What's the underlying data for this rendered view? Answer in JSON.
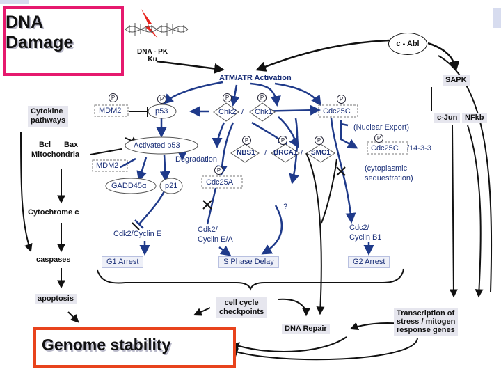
{
  "title": {
    "line1": "DNA",
    "line2": "Damage"
  },
  "dnapk": {
    "line1": "DNA - PK",
    "line2": "Ku"
  },
  "cabl": "c - Abl",
  "atm": "ATM/ATR Activation",
  "sapk": "SAPK",
  "cjun": "c-Jun",
  "nfkb": "NFkb",
  "cytokine": {
    "line1": "Cytokine",
    "line2": "pathways"
  },
  "bcl": "Bcl",
  "bax": "Bax",
  "mitochondria": "Mitochondria",
  "mdm2_top": "MDM2",
  "p53": "p53",
  "chk2": "Chk2",
  "chk1": "Chk1",
  "slash": "/",
  "cdc25c_top": "Cdc25C",
  "nuclear_export": "(Nuclear Export)",
  "activated_p53": "Activated p53",
  "degradation": "Degradation",
  "nbs1": "NBS1",
  "brca1": "BRCA1",
  "smc1": "SMC1",
  "cdc25c_1433": "Cdc25C",
  "dash_1433": "/14-3-3",
  "cyto_seq": {
    "line1": "(cytoplasmic",
    "line2": "sequestration)"
  },
  "mdm2_low": "MDM2",
  "gadd45a": "GADD45α",
  "p21": "p21",
  "cdc25a": "Cdc25A",
  "question": "?",
  "cytochrome": "Cytochrome c",
  "cdk2_cyce": "Cdk2/Cyclin E",
  "cdk2_cyce_a": {
    "line1": "Cdk2/",
    "line2": "Cyclin E/A"
  },
  "cdc2_cycb1": {
    "line1": "Cdc2/",
    "line2": "Cyclin B1"
  },
  "caspases": "caspases",
  "g1_arrest": "G1 Arrest",
  "s_delay": "S Phase Delay",
  "g2_arrest": "G2 Arrest",
  "apoptosis": "apoptosis",
  "cell_cycle": {
    "line1": "cell cycle",
    "line2": "checkpoints"
  },
  "transcription": {
    "line1": "Transcription of",
    "line2": "stress / mitogen",
    "line3": "response genes"
  },
  "dna_repair": "DNA Repair",
  "genome": "Genome stability",
  "phospho": "P",
  "x_mark": "X"
}
